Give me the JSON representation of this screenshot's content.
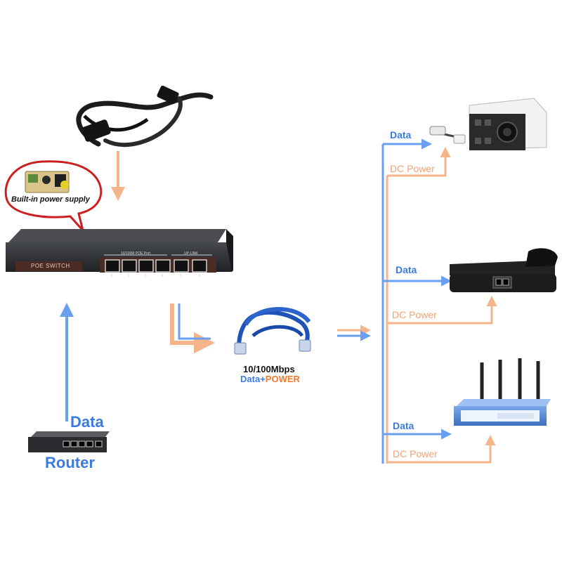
{
  "diagram": {
    "power_supply_label": "Built-in power supply",
    "switch": {
      "name": "POE SWITCH",
      "poe_port_label": "10/100M POE Port",
      "uplink_label": "UP-LINK",
      "port_numbers": [
        "1",
        "2",
        "3",
        "4",
        "5",
        "6"
      ]
    },
    "router": {
      "data_label": "Data",
      "name_label": "Router"
    },
    "cable": {
      "speed_label": "10/100Mbps",
      "data_label": "Data+",
      "power_label": "POWER"
    },
    "branches": [
      {
        "device": "ip-camera",
        "data_label": "Data",
        "power_label": "DC Power"
      },
      {
        "device": "ip-phone",
        "data_label": "Data",
        "power_label": "DC Power"
      },
      {
        "device": "wireless-ap",
        "data_label": "Data",
        "power_label": "DC Power"
      }
    ],
    "colors": {
      "data": "#6a9ff0",
      "power": "#f5b48a",
      "data_text": "#3b7be0",
      "power_text": "#f0a474",
      "switch_body": "#2f3135"
    }
  }
}
